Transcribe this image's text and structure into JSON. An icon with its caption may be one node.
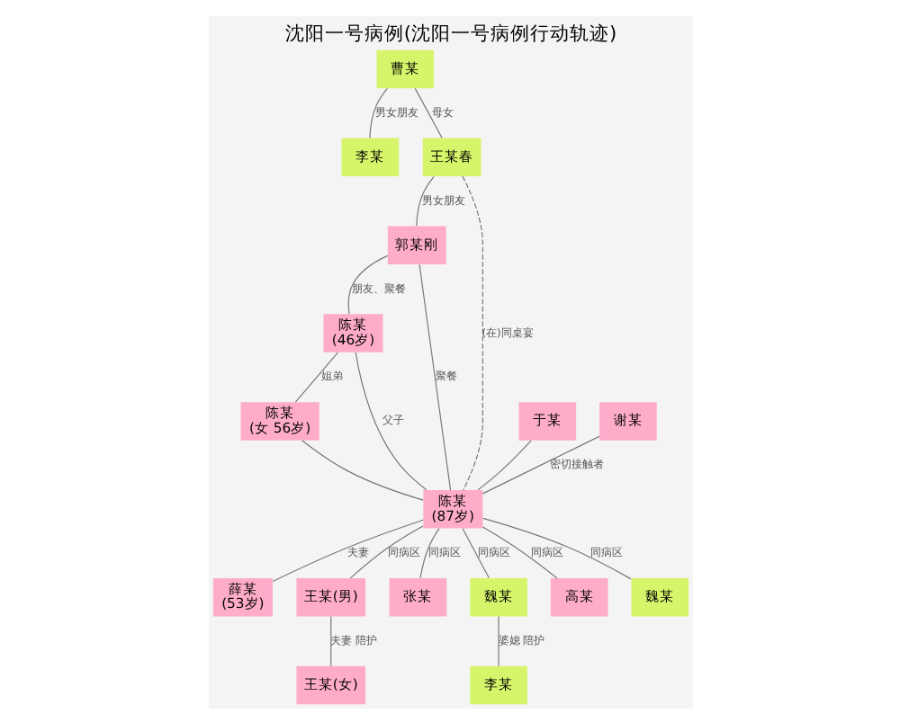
{
  "diagram": {
    "title": "沈阳一号病例(沈阳一号病例行动轨迹)",
    "nodes": [
      {
        "text": [
          "曹某"
        ]
      },
      {
        "text": [
          "李某"
        ]
      },
      {
        "text": [
          "王某春"
        ]
      },
      {
        "text": [
          "郭某刚"
        ]
      },
      {
        "text": [
          "陈某",
          "(46岁)"
        ]
      },
      {
        "text": [
          "陈某",
          "(女 56岁)"
        ]
      },
      {
        "text": [
          "于某"
        ]
      },
      {
        "text": [
          "谢某"
        ]
      },
      {
        "text": [
          "陈某",
          "(87岁)"
        ]
      },
      {
        "text": [
          "薛某",
          "(53岁)"
        ]
      },
      {
        "text": [
          "王某(男)"
        ]
      },
      {
        "text": [
          "张某"
        ]
      },
      {
        "text": [
          "魏某"
        ]
      },
      {
        "text": [
          "王某(女)"
        ]
      },
      {
        "text": [
          "高某"
        ]
      },
      {
        "text": [
          "李某"
        ]
      },
      {
        "text": [
          "魏某"
        ]
      }
    ],
    "edges": [
      {
        "from": 0,
        "to": 1,
        "arrow": "none",
        "label": "男女朋友"
      },
      {
        "from": 0,
        "to": 2,
        "arrow": "none",
        "label": "母女"
      },
      {
        "from": 2,
        "to": 3,
        "arrow": "none",
        "label": "男女朋友"
      },
      {
        "from": 2,
        "to": 8,
        "arrow": "none",
        "label": "(在)同桌宴",
        "style": "dashed"
      },
      {
        "from": 3,
        "to": 4,
        "arrow": "none",
        "label": "朋友、聚餐"
      },
      {
        "from": 3,
        "to": 8,
        "arrow": "none",
        "label": "聚餐"
      },
      {
        "from": 4,
        "to": 5,
        "arrow": "none",
        "label": "姐弟"
      },
      {
        "from": 4,
        "to": 8,
        "arrow": "none",
        "label": "父子"
      },
      {
        "from": 5,
        "to": 8,
        "arrow": "none"
      },
      {
        "from": 8,
        "to": 9,
        "arrow": "none",
        "label": "夫妻"
      },
      {
        "from": 6,
        "to": 8,
        "arrow": "none"
      },
      {
        "from": 7,
        "to": 8,
        "arrow": "none",
        "label": "密切接触者"
      },
      {
        "from": 8,
        "to": 10,
        "arrow": "none",
        "label": "同病区"
      },
      {
        "from": 8,
        "to": 11,
        "arrow": "none",
        "label": "同病区"
      },
      {
        "from": 8,
        "to": 14,
        "arrow": "none",
        "label": "同病区"
      },
      {
        "from": 8,
        "to": 12,
        "arrow": "none",
        "label": "同病区"
      },
      {
        "from": 8,
        "to": 16,
        "arrow": "none",
        "label": "同病区"
      },
      {
        "from": 10,
        "to": 13,
        "arrow": "none",
        "label": "夫妻 陪护"
      },
      {
        "from": 12,
        "to": 15,
        "arrow": "none",
        "label": "婆媳 陪护"
      }
    ]
  }
}
